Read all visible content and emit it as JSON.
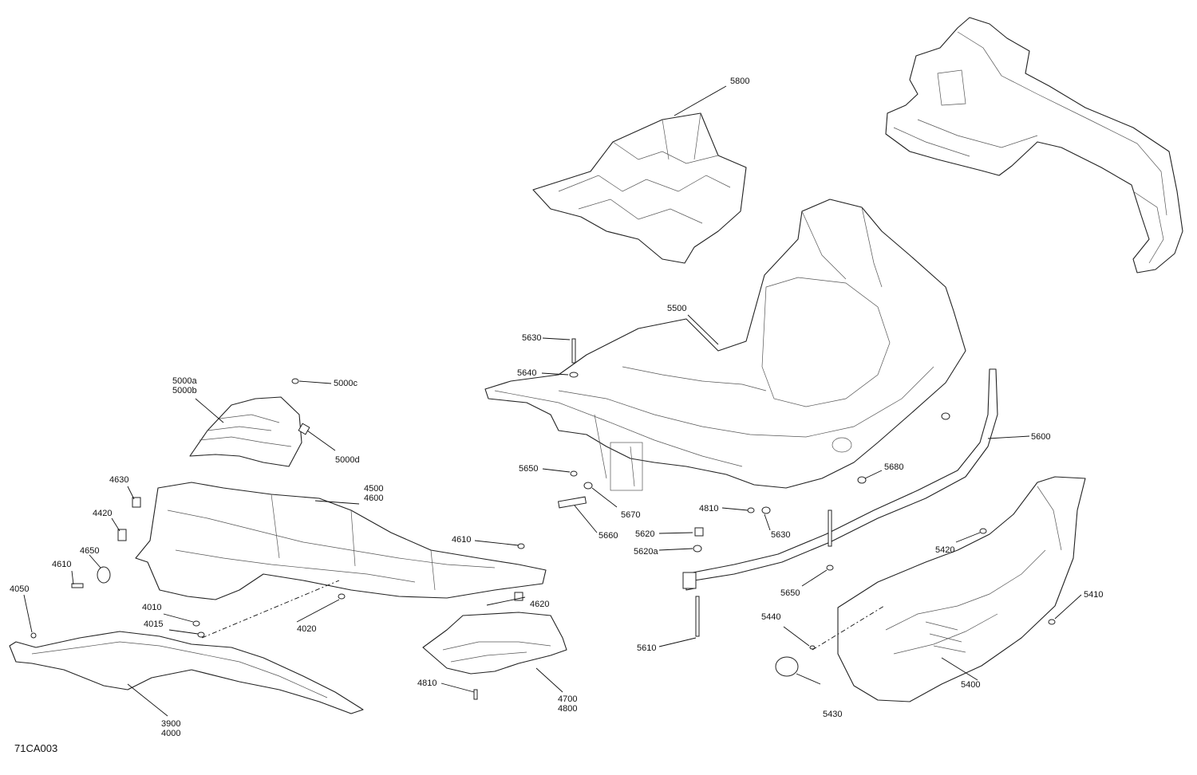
{
  "diagram": {
    "reference_code": "71CA003",
    "labels": {
      "p5800": "5800",
      "p5500": "5500",
      "p5630a": "5630",
      "p5640": "5640",
      "p5650a": "5650",
      "p5670": "5670",
      "p5660": "5660",
      "p5680": "5680",
      "p5600": "5600",
      "p4810a": "4810",
      "p5630b": "5630",
      "p5620": "5620",
      "p5620a": "5620a",
      "p5650b": "5650",
      "p5610": "5610",
      "p5420": "5420",
      "p5410": "5410",
      "p5440": "5440",
      "p5400": "5400",
      "p5430": "5430",
      "p5000a": "5000a",
      "p5000b": "5000b",
      "p5000c": "5000c",
      "p5000d": "5000d",
      "p4630": "4630",
      "p4500": "4500",
      "p4600": "4600",
      "p4420": "4420",
      "p4650": "4650",
      "p4610a": "4610",
      "p4610b": "4610",
      "p4050": "4050",
      "p4010": "4010",
      "p4015": "4015",
      "p4020": "4020",
      "p4620": "4620",
      "p4810b": "4810",
      "p4700": "4700",
      "p4800": "4800",
      "p3900": "3900",
      "p4000": "4000"
    }
  }
}
